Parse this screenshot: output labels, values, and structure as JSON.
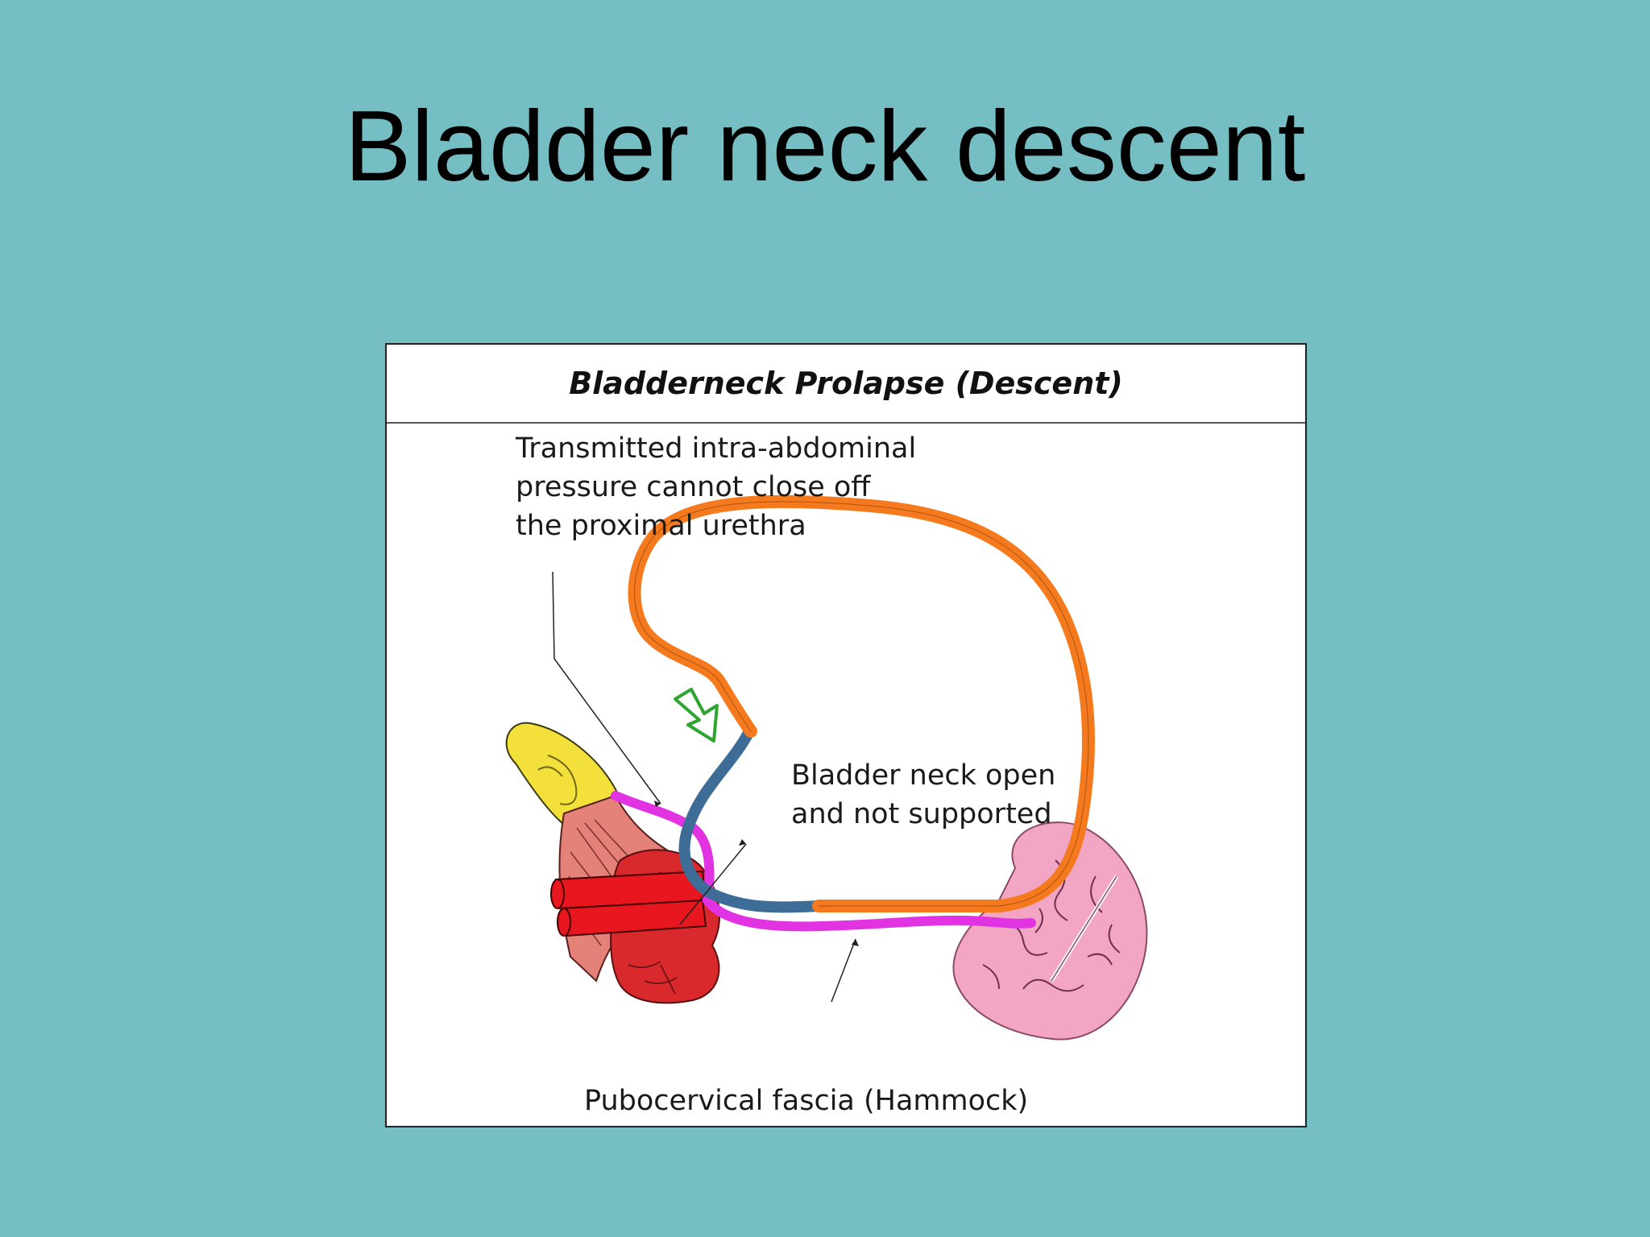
{
  "slide": {
    "title": "Bladder neck descent"
  },
  "figure": {
    "title": "Bladderneck Prolapse (Descent)",
    "labels": {
      "pressure_line1": "Transmitted intra-abdominal",
      "pressure_line2": "pressure cannot close off",
      "pressure_line3": "the proximal urethra",
      "neck_line1": "Bladder neck open",
      "neck_line2": "and not supported",
      "fascia": "Pubocervical fascia  (Hammock)"
    }
  },
  "colors": {
    "background": "#74bec4",
    "bladder_wall": "#f47a1d",
    "urethra": "#3d6c97",
    "fascia": "#e233e2",
    "pubic_bone": "#f4e03a",
    "muscle": "#e4827a",
    "rectum_tube": "#e8161e",
    "uterus": "#f2a6c4",
    "force_arrow": "#2fa52f"
  }
}
